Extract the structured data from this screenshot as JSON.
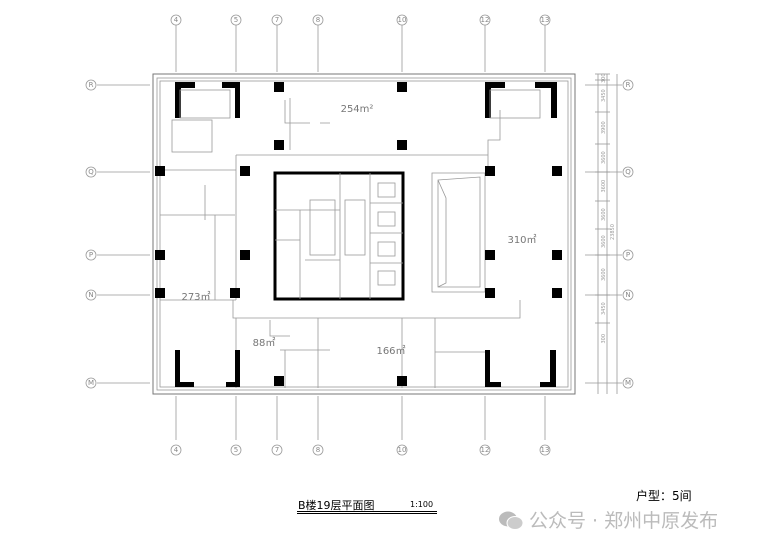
{
  "grid": {
    "columns": [
      "4",
      "5",
      "7",
      "8",
      "10",
      "12",
      "13"
    ],
    "rows": [
      "R",
      "Q",
      "P",
      "N",
      "M"
    ]
  },
  "rooms": {
    "north": "254m²",
    "west": "273㎡",
    "east": "310㎡",
    "southwest": "88㎡",
    "south": "166㎡"
  },
  "dimensions": {
    "total": "23850",
    "segments": [
      "300",
      "3450",
      "3900",
      "3600",
      "3600",
      "3600",
      "3600",
      "3600",
      "3450",
      "300"
    ]
  },
  "drawing": {
    "title": "B楼19层平面图",
    "scale": "1:100",
    "unit_type": "户型：5间"
  },
  "watermark": {
    "text": "公众号 · 郑州中原发布"
  }
}
